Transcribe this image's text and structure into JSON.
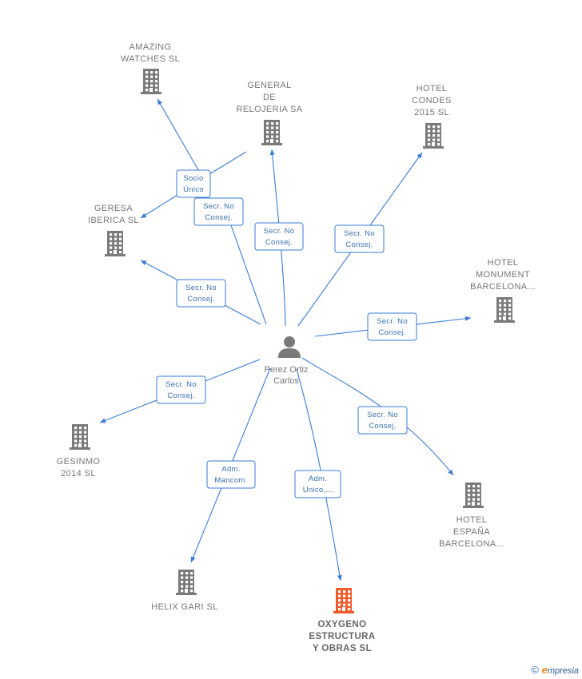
{
  "colors": {
    "edge": "#3a7bd5",
    "building": "#7a7a7a",
    "building_highlight": "#ee5a2a",
    "person": "#7a7a7a",
    "label": "#777777"
  },
  "person": {
    "name_lines": [
      "Perez Ortiz",
      "Carlos"
    ],
    "icon": "person-icon"
  },
  "companies": [
    {
      "id": "amazing",
      "lines": [
        "AMAZING",
        "WATCHES  SL"
      ],
      "highlight": false
    },
    {
      "id": "general",
      "lines": [
        "GENERAL",
        "DE",
        "RELOJERIA SA"
      ],
      "highlight": false
    },
    {
      "id": "condes",
      "lines": [
        "HOTEL",
        "CONDES",
        "2015  SL"
      ],
      "highlight": false
    },
    {
      "id": "geresa",
      "lines": [
        "GERESA",
        "IBERICA  SL"
      ],
      "highlight": false
    },
    {
      "id": "monument",
      "lines": [
        "HOTEL",
        "MONUMENT",
        "BARCELONA..."
      ],
      "highlight": false
    },
    {
      "id": "gesinmo",
      "lines": [
        "GESINMO",
        "2014  SL"
      ],
      "highlight": false
    },
    {
      "id": "espana",
      "lines": [
        "HOTEL",
        "ESPAÑA",
        "BARCELONA..."
      ],
      "highlight": false
    },
    {
      "id": "helix",
      "lines": [
        "HELIX GARI  SL"
      ],
      "highlight": false
    },
    {
      "id": "oxygeno",
      "lines": [
        "OXYGENO",
        "ESTRUCTURA",
        "Y OBRAS  SL"
      ],
      "highlight": true
    }
  ],
  "relations": [
    {
      "id": "r_amazing",
      "lines": [
        "Socio",
        "Único"
      ]
    },
    {
      "id": "r_general",
      "lines": [
        "Secr.  No",
        "Consej."
      ]
    },
    {
      "id": "r_condes",
      "lines": [
        "Secr.  No",
        "Consej."
      ]
    },
    {
      "id": "r_geresa_a",
      "lines": [
        "Secr.  No",
        "Consej."
      ]
    },
    {
      "id": "r_geresa_b",
      "lines": [
        "Secr.  No",
        "Consej."
      ]
    },
    {
      "id": "r_monument",
      "lines": [
        "Secr.  No",
        "Consej."
      ]
    },
    {
      "id": "r_gesinmo",
      "lines": [
        "Secr.  No",
        "Consej."
      ]
    },
    {
      "id": "r_espana",
      "lines": [
        "Secr.  No",
        "Consej."
      ]
    },
    {
      "id": "r_helix",
      "lines": [
        "Adm.",
        "Mancom."
      ]
    },
    {
      "id": "r_oxygeno",
      "lines": [
        "Adm.",
        "Unico,..."
      ]
    }
  ],
  "watermark": {
    "symbol": "©",
    "e": "e",
    "rest": "mpresia"
  }
}
